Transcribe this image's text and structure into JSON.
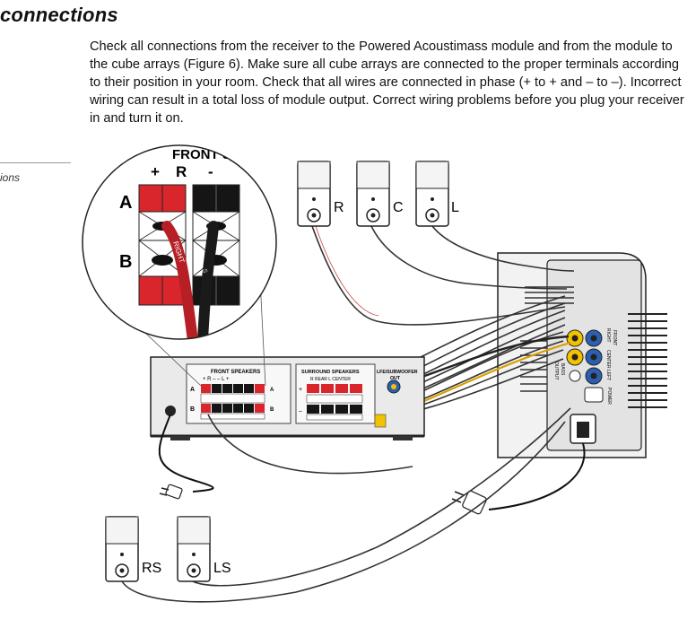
{
  "page": {
    "heading": "connections",
    "body": "Check all connections from the receiver to the Powered Acoustimass module and from the module to the cube arrays (Figure 6). Make sure all cube arrays are connected to the proper terminals according to their position in your room. Check that all wires are connected in phase (+ to + and – to –). Incorrect wiring can result in a total loss of module output. Correct wiring problems before you plug your receiver in and turn it on.",
    "side_caption": "ions"
  },
  "figure": {
    "inset": {
      "title": "FRONT S",
      "plus": "+",
      "r": "R",
      "minus": "-",
      "row_a": "A",
      "row_b": "B",
      "wire_label_red": "RIGHT",
      "wire_label_black": "S"
    },
    "speakers_top": {
      "right": "R",
      "center": "C",
      "left": "L"
    },
    "speakers_rear": {
      "right_surround": "RS",
      "left_surround": "LS"
    },
    "receiver": {
      "front_speakers": "FRONT SPEAKERS",
      "front_polarity": "+  R  –   –  L  +",
      "row_a": "A",
      "row_b": "B",
      "surround_speakers": "SURROUND SPEAKERS",
      "surround_sub": "R  REAR  L   CENTER",
      "lfe_line1": "LFE/SUBWOOFER",
      "lfe_line2": "OUT",
      "plus": "+",
      "minus": "–"
    },
    "module": {
      "jack_right": "RIGHT",
      "jack_center": "CENTER",
      "jack_left": "LEFT",
      "front": "FRONT",
      "bass": "BASS",
      "output": "OUTPUT",
      "power": "POWER"
    },
    "colors": {
      "red": "#d8262c",
      "black": "#151515",
      "yellow": "#f2c200",
      "blue": "#2c5fb0",
      "panel": "#e9e9e9"
    }
  }
}
